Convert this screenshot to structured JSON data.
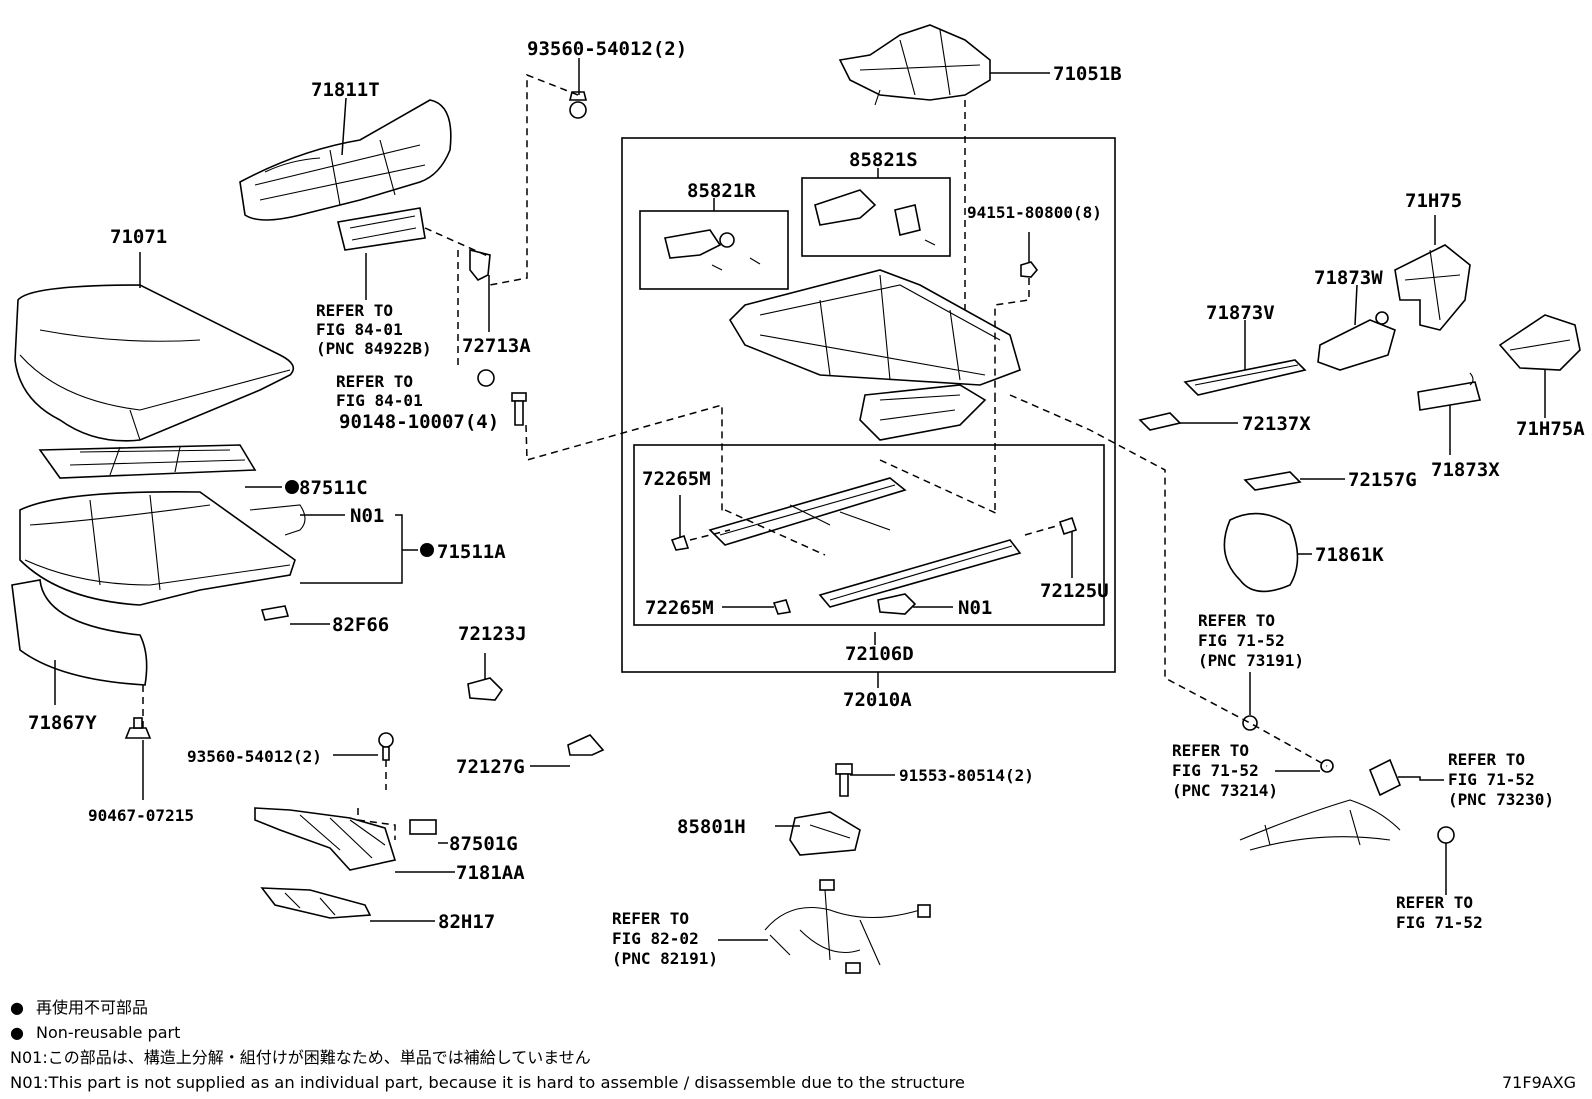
{
  "parts": {
    "p93560_top": "93560-54012(2)",
    "p71811T": "71811T",
    "p71071": "71071",
    "p72713A": "72713A",
    "p90148": "90148-10007(4)",
    "p87511C": "87511C",
    "p71511A": "71511A",
    "p82F66": "82F66",
    "p71867Y": "71867Y",
    "p90467": "90467-07215",
    "p93560_bot": "93560-54012(2)",
    "p72123J": "72123J",
    "p72127G": "72127G",
    "p87501G": "87501G",
    "p7181AA": "7181AA",
    "p82H17": "82H17",
    "p71051B": "71051B",
    "p85821S": "85821S",
    "p85821R": "85821R",
    "p94151": "94151-80800(8)",
    "p72265M_a": "72265M",
    "p72265M_b": "72265M",
    "p72125U": "72125U",
    "p72106D": "72106D",
    "p72010A": "72010A",
    "p91553": "91553-80514(2)",
    "p85801H": "85801H",
    "p71H75": "71H75",
    "p71873W": "71873W",
    "p71873V": "71873V",
    "p72137X": "72137X",
    "p71H75A": "71H75A",
    "p71873X": "71873X",
    "p72157G": "72157G",
    "p71861K": "71861K",
    "n01_a": "N01",
    "n01_b": "N01"
  },
  "refs": {
    "r84_01_pnc": [
      "REFER TO",
      "FIG 84-01",
      "(PNC 84922B)"
    ],
    "r84_01": [
      "REFER TO",
      "FIG 84-01"
    ],
    "r82_02": [
      "REFER TO",
      "FIG 82-02",
      "(PNC 82191)"
    ],
    "r71_52_73191": [
      "REFER TO",
      "FIG 71-52",
      "(PNC 73191)"
    ],
    "r71_52_73214": [
      "REFER TO",
      "FIG 71-52",
      "(PNC 73214)"
    ],
    "r71_52_73230": [
      "REFER TO",
      "FIG 71-52",
      "(PNC 73230)"
    ],
    "r71_52": [
      "REFER TO",
      "FIG 71-52"
    ]
  },
  "legend": {
    "bullet": "●",
    "jp_nonreusable": "再使用不可部品",
    "en_nonreusable": "Non-reusable part",
    "jp_n01": "N01:この部品は、構造上分解・組付けが困難なため、単品では補給していません",
    "en_n01": "N01:This part is not supplied as an individual part, because it is hard to assemble / disassemble due to the structure"
  },
  "diagram_code": "71F9AXG"
}
